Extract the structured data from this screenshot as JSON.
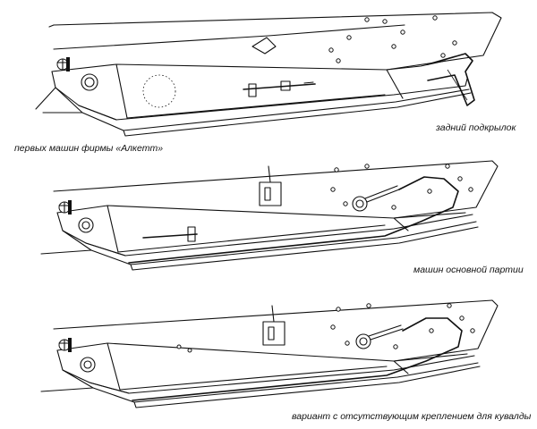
{
  "captions": {
    "top_left": "первых машин фирмы «Алкетт»",
    "top_right": "задний подкрылок",
    "middle": "машин основной партии",
    "bottom": "вариант с отсутствующим креплением для кувалды"
  }
}
